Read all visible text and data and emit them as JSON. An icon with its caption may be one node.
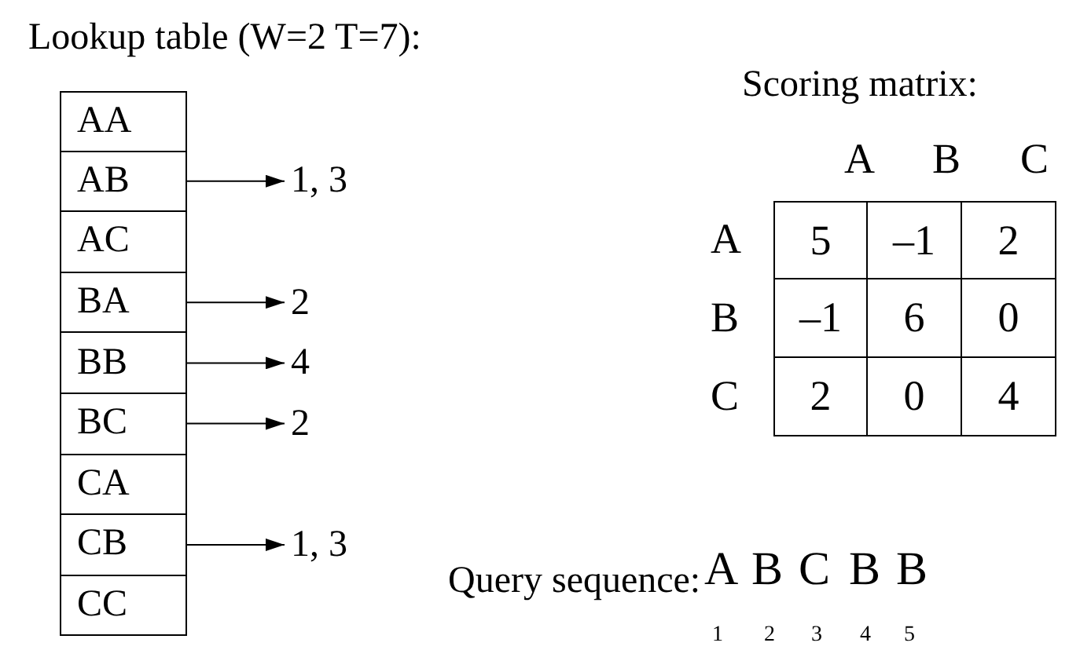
{
  "diagram": {
    "title": "Lookup table (W=2 T=7):",
    "nodes": [
      {
        "text": [
          "AA"
        ]
      },
      {
        "text": [
          "AB"
        ]
      },
      {
        "text": [
          "AC"
        ]
      },
      {
        "text": [
          "BA"
        ]
      },
      {
        "text": [
          "BB"
        ]
      },
      {
        "text": [
          "BC"
        ]
      },
      {
        "text": [
          "CA"
        ]
      },
      {
        "text": [
          "CB"
        ]
      },
      {
        "text": [
          "CC"
        ]
      },
      {
        "text": [
          "1, 3"
        ]
      },
      {
        "text": [
          "2"
        ]
      },
      {
        "text": [
          "4"
        ]
      },
      {
        "text": [
          "2"
        ]
      },
      {
        "text": [
          "1, 3"
        ]
      }
    ],
    "edges": [
      {
        "from": 1,
        "to": 9,
        "arrow": "to"
      },
      {
        "from": 3,
        "to": 10,
        "arrow": "to"
      },
      {
        "from": 4,
        "to": 11,
        "arrow": "to"
      },
      {
        "from": 5,
        "to": 12,
        "arrow": "to"
      },
      {
        "from": 7,
        "to": 13,
        "arrow": "to"
      }
    ],
    "labels": [
      "Scoring matrix:",
      "A",
      "B",
      "C",
      "A",
      "5",
      "–1",
      "2",
      "B",
      "–1",
      "6",
      "0",
      "C",
      "2",
      "0",
      "4",
      "Query sequence:",
      "A",
      "B",
      "C",
      "B",
      "B",
      "1",
      "2",
      "3",
      "4",
      "5"
    ]
  }
}
